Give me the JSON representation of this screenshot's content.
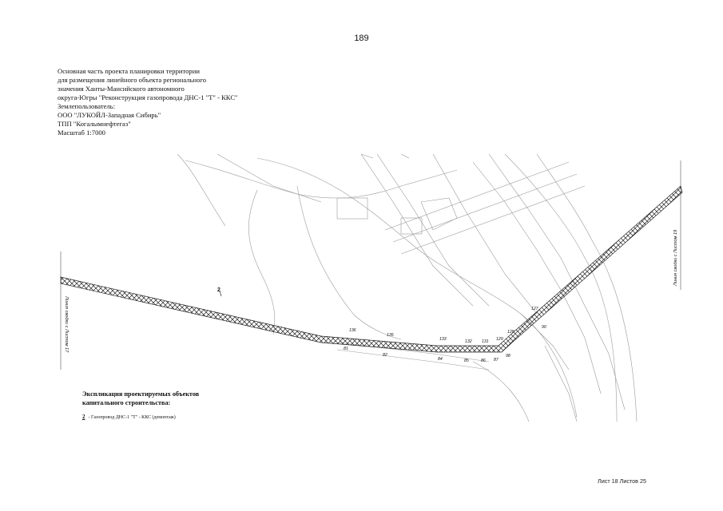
{
  "page_number": "189",
  "header": {
    "lines": [
      "Основная часть проекта планировки территории",
      "для размещения линейного объекта регионального",
      "значения Ханты-Мансийского автономного",
      "округа-Югры \"Реконструкция газопровода ДНС-1 \"Т\" - ККС\"",
      "Землепользователь:",
      "ООО \"ЛУКОЙЛ-Западная Сибирь\"",
      "ТПП \"Когалымнефтегаз\"",
      "Масштаб 1:7000"
    ]
  },
  "map": {
    "left_match_line": "Линия сводки с Листом 17",
    "right_match_line": "Линия сводки с Листом 19",
    "object_label": "2",
    "upper_points": [
      "136",
      "135",
      "133",
      "132",
      "131",
      "129",
      "128",
      "127"
    ],
    "lower_points": [
      "81",
      "82",
      "84",
      "85",
      "86",
      "87",
      "98",
      "90"
    ]
  },
  "legend": {
    "title_line1": "Экспликация проектируемых объектов",
    "title_line2": "капитального строительства:",
    "item_number": "2",
    "item_text": "- Газопровод ДНС-1 \"Т\" - ККС (демонтаж)"
  },
  "sheet_info": "Лист 18 Листов 25",
  "colors": {
    "ink": "#111111",
    "map_line": "#9a9a9a",
    "pipeline": "#222222"
  }
}
